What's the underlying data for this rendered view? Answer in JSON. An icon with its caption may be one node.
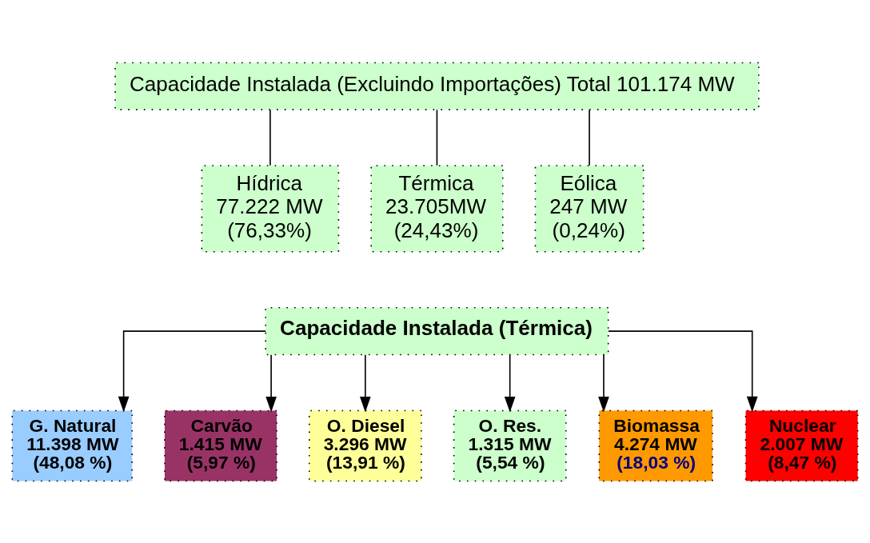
{
  "diagram": {
    "nodes": [
      {
        "text": [
          "Capacidade Instalada (Excluindo Importações) Total 101.174 MW"
        ]
      },
      {
        "text": [
          "Hídrica",
          "77.222 MW",
          "(76,33%)"
        ]
      },
      {
        "text": [
          "Térmica",
          "23.705MW",
          "(24,43%)"
        ]
      },
      {
        "text": [
          "Eólica",
          "247 MW",
          "(0,24%)"
        ]
      },
      {
        "text": [
          "Capacidade Instalada (Térmica)"
        ]
      },
      {
        "text": [
          "G. Natural",
          "11.398 MW",
          "(48,08 %)"
        ]
      },
      {
        "text": [
          "Carvão",
          "1.415 MW",
          "(5,97 %)"
        ]
      },
      {
        "text": [
          "O. Diesel",
          "3.296 MW",
          "(13,91 %)"
        ]
      },
      {
        "text": [
          "O. Res.",
          "1.315 MW",
          "(5,54 %)"
        ]
      },
      {
        "text": [
          "Biomassa",
          "4.274 MW",
          "(18,03 %)"
        ]
      },
      {
        "text": [
          "Nuclear",
          "2.007 MW",
          "(8,47 %)"
        ]
      }
    ],
    "edges": [
      {
        "from": 0,
        "to": 1,
        "arrow": "none"
      },
      {
        "from": 0,
        "to": 2,
        "arrow": "none"
      },
      {
        "from": 0,
        "to": 3,
        "arrow": "none"
      },
      {
        "from": 4,
        "to": 5,
        "arrow": "to"
      },
      {
        "from": 4,
        "to": 6,
        "arrow": "to"
      },
      {
        "from": 4,
        "to": 7,
        "arrow": "to"
      },
      {
        "from": 4,
        "to": 8,
        "arrow": "to"
      },
      {
        "from": 4,
        "to": 9,
        "arrow": "to"
      },
      {
        "from": 4,
        "to": 10,
        "arrow": "to"
      }
    ]
  }
}
